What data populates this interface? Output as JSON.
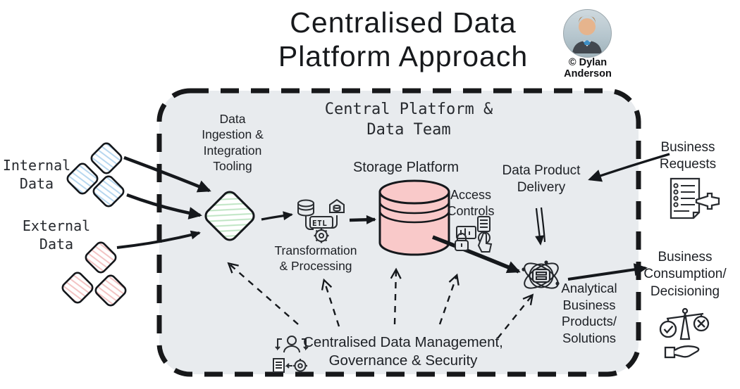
{
  "title": "Centralised Data\nPlatform Approach",
  "attribution": "© Dylan\nAnderson",
  "platform": {
    "title": "Central Platform &\nData Team"
  },
  "labels": {
    "internal_data": "Internal\nData",
    "external_data": "External\nData",
    "ingestion": "Data\nIngestion &\nIntegration\nTooling",
    "transformation": "Transformation\n& Processing",
    "etl": "ETL",
    "storage": "Storage Platform",
    "access": "Access\nControls",
    "delivery": "Data Product\nDelivery",
    "analytical": "Analytical\nBusiness\nProducts/\nSolutions",
    "requests": "Business\nRequests",
    "consumption": "Business\nConsumption/\nDecisioning",
    "governance": "Centralised Data Management,\nGovernance & Security"
  },
  "icons": [
    "avatar-photo-icon",
    "internal-data-diamonds-icon",
    "external-data-diamonds-icon",
    "ingestion-diamond-icon",
    "etl-pipeline-icon",
    "database-cylinder-icon",
    "access-controls-icon",
    "atom-analytics-icon",
    "checklist-request-icon",
    "decision-scales-icon",
    "governance-team-icon"
  ],
  "colors": {
    "ink": "#15181c",
    "platform_fill": "#e8ebee",
    "storage_fill": "#f9c9c9",
    "internal_hatch": "#b7d7ef",
    "external_hatch": "#f3c3c3",
    "ingestion_hatch": "#bfe5c4",
    "bowtie_accent": "#3e8fc4"
  }
}
